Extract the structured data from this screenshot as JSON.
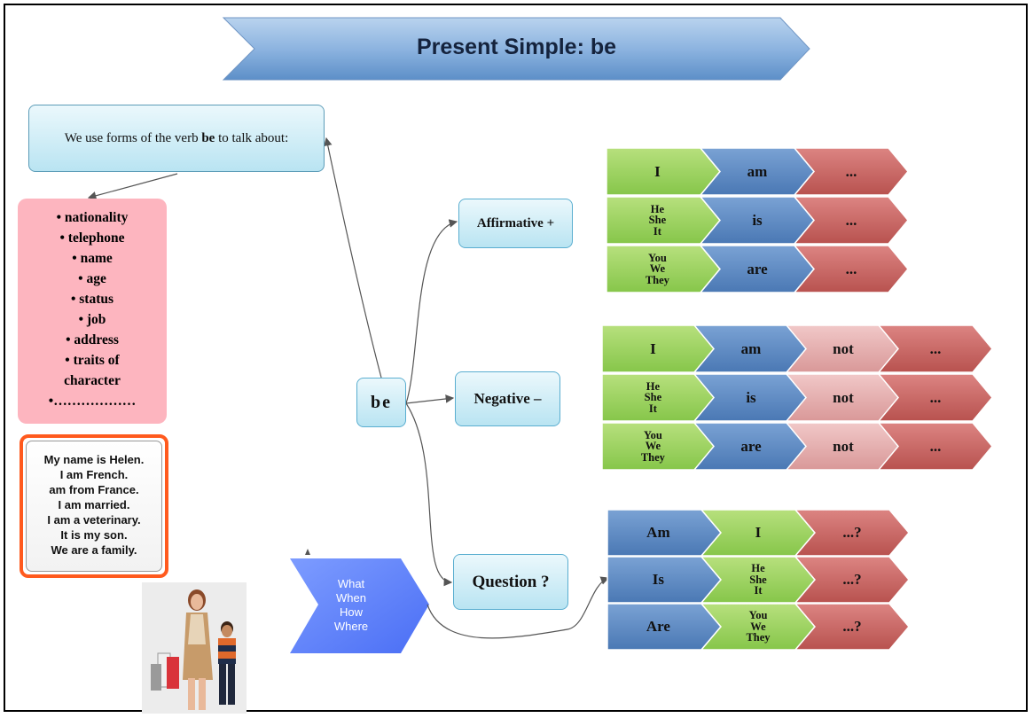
{
  "title": "Present Simple: be",
  "intro": {
    "prefix": "We use forms of the verb ",
    "verb": "be",
    "suffix": " to talk about:"
  },
  "topics": [
    "• nationality",
    "• telephone",
    "• name",
    "• age",
    "• status",
    "• job",
    "• address",
    "• traits of",
    "character",
    "•………………"
  ],
  "example": {
    "lines": [
      "My name is Helen.",
      "I am French.",
      "am from France.",
      "I am married.",
      "I am a veterinary.",
      "It is my son.",
      "We are a family."
    ]
  },
  "center_node": "be",
  "branches": {
    "affirmative": "Affirmative +",
    "negative": "Negative –",
    "question": "Question ?"
  },
  "wh_words": [
    "What",
    "When",
    "How",
    "Where"
  ],
  "affirmative_rows": [
    {
      "subject": [
        "I"
      ],
      "verb": "am",
      "rest": "..."
    },
    {
      "subject": [
        "He",
        "She",
        "It"
      ],
      "verb": "is",
      "rest": "..."
    },
    {
      "subject": [
        "You",
        "We",
        "They"
      ],
      "verb": "are",
      "rest": "..."
    }
  ],
  "negative_rows": [
    {
      "subject": [
        "I"
      ],
      "verb": "am",
      "neg": "not",
      "rest": "..."
    },
    {
      "subject": [
        "He",
        "She",
        "It"
      ],
      "verb": "is",
      "neg": "not",
      "rest": "..."
    },
    {
      "subject": [
        "You",
        "We",
        "They"
      ],
      "verb": "are",
      "neg": "not",
      "rest": "..."
    }
  ],
  "question_rows": [
    {
      "verb": "Am",
      "subject": [
        "I"
      ],
      "rest": "...?"
    },
    {
      "verb": "Is",
      "subject": [
        "He",
        "She",
        "It"
      ],
      "rest": "...?"
    },
    {
      "verb": "Are",
      "subject": [
        "You",
        "We",
        "They"
      ],
      "rest": "...?"
    }
  ],
  "colors": {
    "green": "#92d050",
    "blue": "#4f81bd",
    "red": "#c0504d",
    "pink": "#e6a0a0",
    "title_blue": "#7ba9d6"
  }
}
